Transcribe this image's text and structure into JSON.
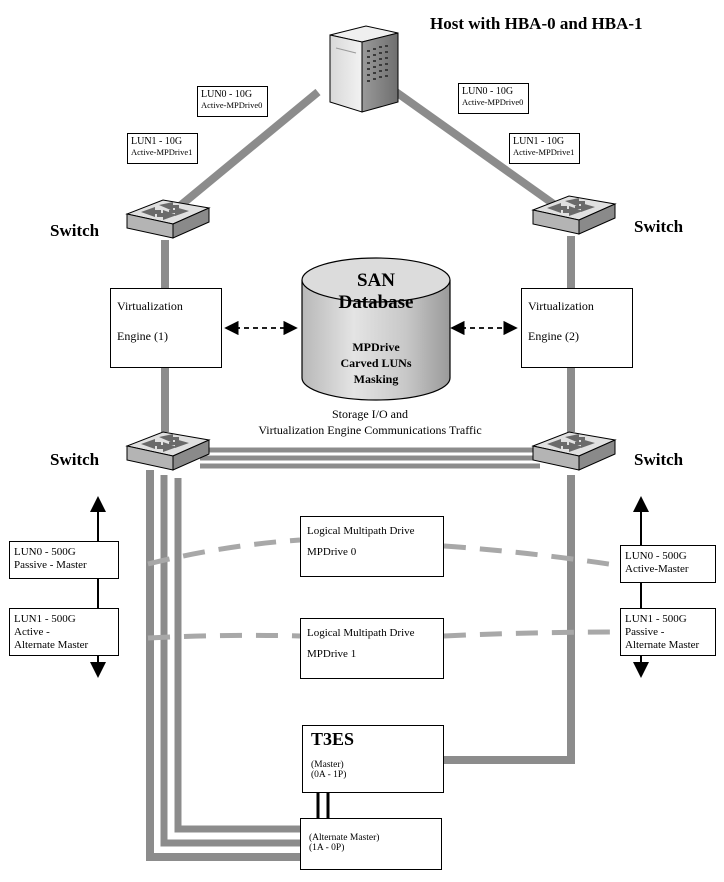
{
  "host": {
    "title": "Host with HBA-0 and HBA-1"
  },
  "switches": {
    "label": "Switch"
  },
  "upper_luns": {
    "left_lun0": {
      "line1": "LUN0 - 10G",
      "line2": "Active-MPDrive0"
    },
    "left_lun1": {
      "line1": "LUN1 - 10G",
      "line2": "Active-MPDrive1"
    },
    "right_lun0": {
      "line1": "LUN0 - 10G",
      "line2": "Active-MPDrive0"
    },
    "right_lun1": {
      "line1": "LUN1 - 10G",
      "line2": "Active-MPDrive1"
    }
  },
  "engines": {
    "left": {
      "line1": "Virtualization",
      "line2": "Engine (1)"
    },
    "right": {
      "line1": "Virtualization",
      "line2": "Engine (2)"
    }
  },
  "san": {
    "title1": "SAN",
    "title2": "Database",
    "line1": "MPDrive",
    "line2": "Carved LUNs",
    "line3": "Masking"
  },
  "traffic": {
    "line1": "Storage I/O and",
    "line2": "Virtualization Engine Communications Traffic"
  },
  "lower_luns": {
    "left_lun0": {
      "line1": "LUN0 - 500G",
      "line2": "Passive - Master"
    },
    "left_lun1": {
      "line1": "LUN1 - 500G",
      "line2": "Active -",
      "line3": "Alternate Master"
    },
    "right_lun0": {
      "line1": "LUN0 - 500G",
      "line2": "Active-Master"
    },
    "right_lun1": {
      "line1": "LUN1 - 500G",
      "line2": "Passive -",
      "line3": "Alternate Master"
    }
  },
  "multipath": {
    "drive0": {
      "line1": "Logical Multipath Drive",
      "line2": "MPDrive 0"
    },
    "drive1": {
      "line1": "Logical Multipath Drive",
      "line2": "MPDrive 1"
    }
  },
  "t3es": {
    "title": "T3ES",
    "master_line1": "(Master)",
    "master_line2": "(0A - 1P)",
    "alt_line1": "(Alternate Master)",
    "alt_line2": "(1A - 0P)"
  },
  "colors": {
    "cable": "#8c8c8c",
    "dash": "#a8a8a8",
    "accent": "#000000"
  }
}
